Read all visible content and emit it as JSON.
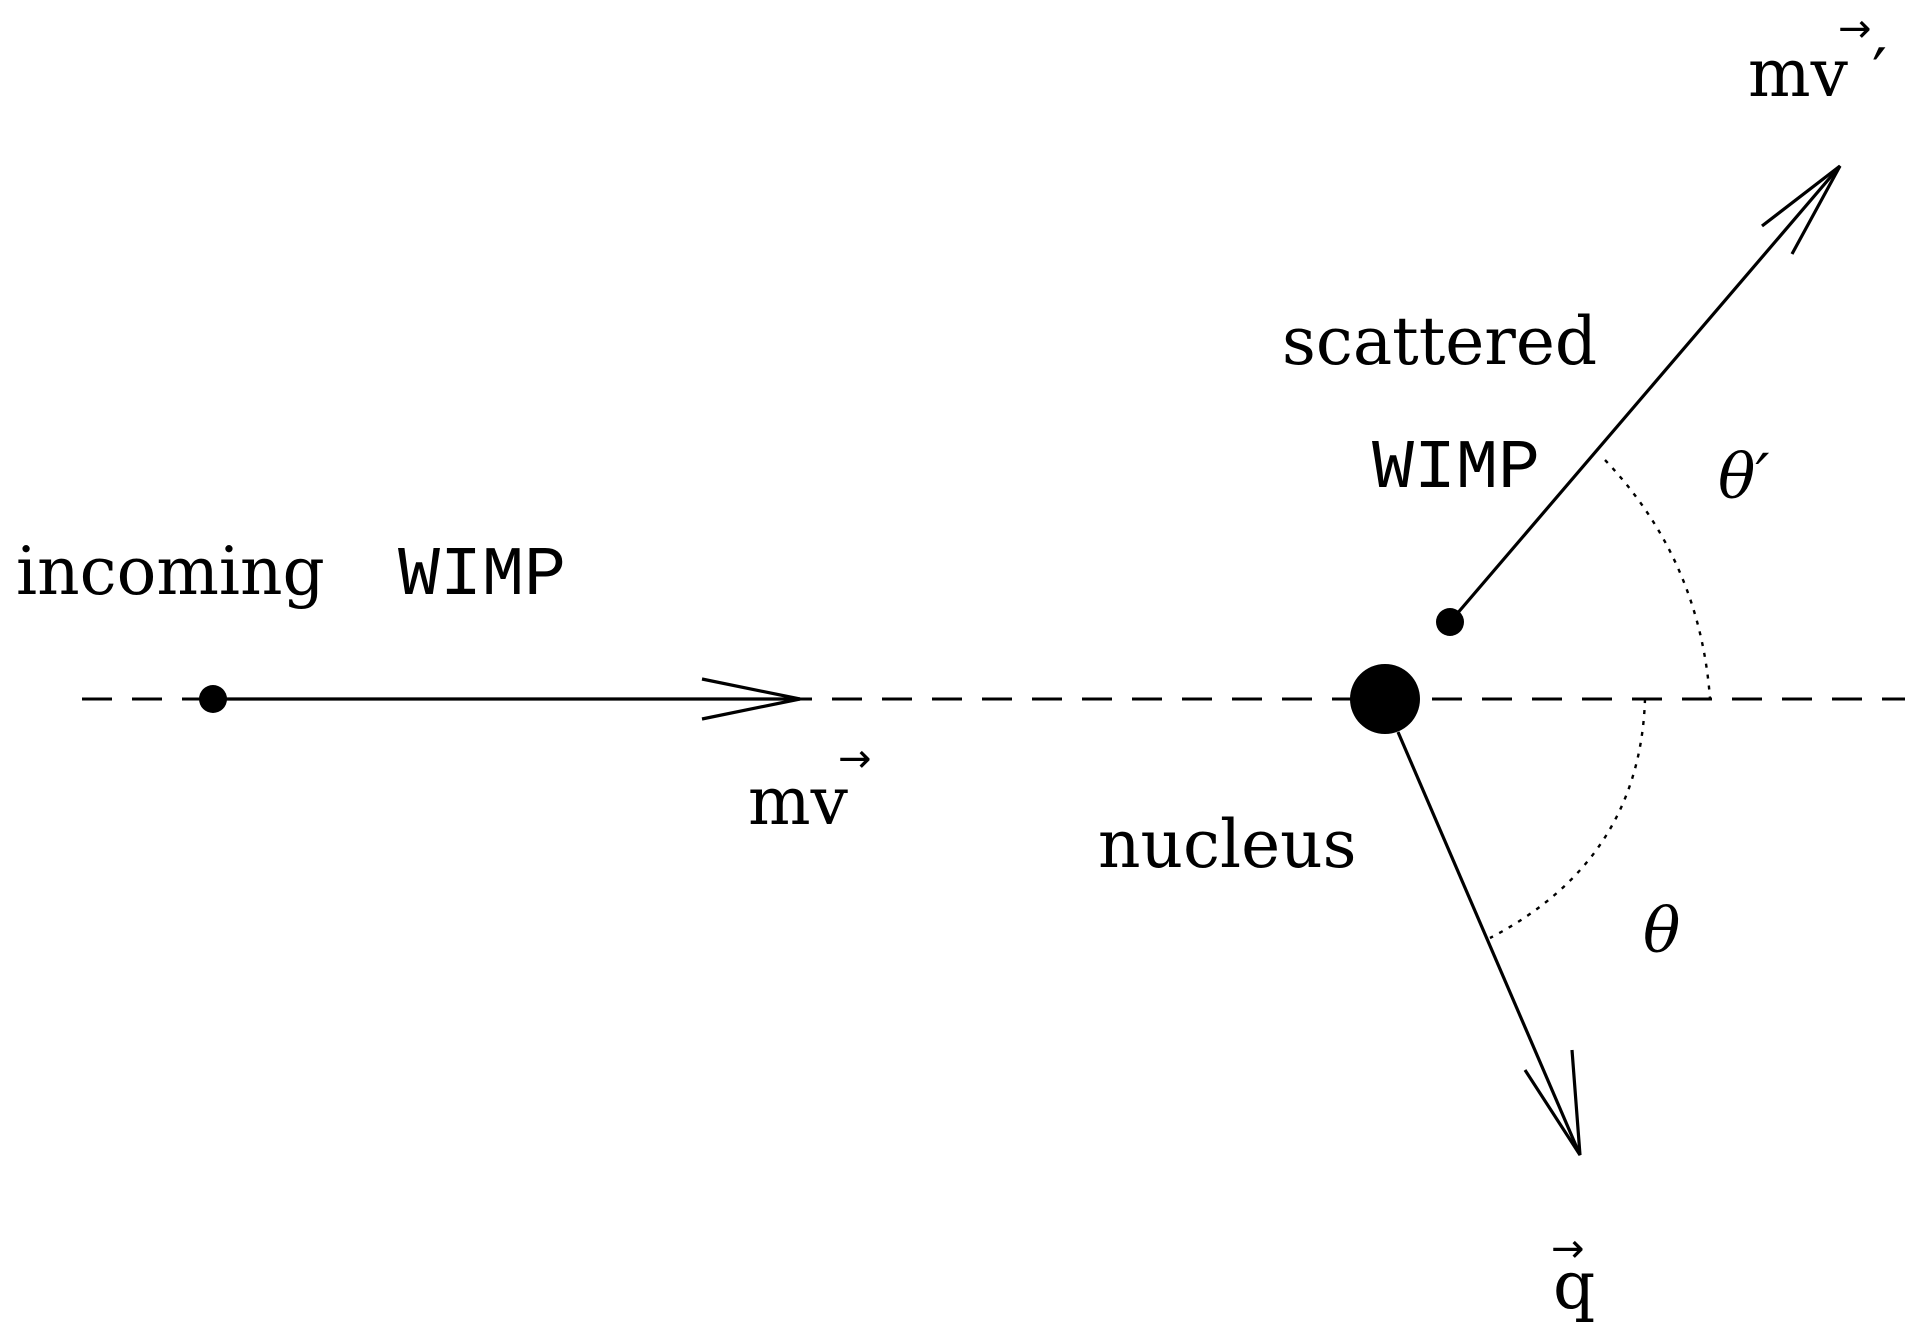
{
  "labels": {
    "incoming": "incoming",
    "wimp": "WIMP",
    "scattered": "scattered",
    "nucleus": "nucleus",
    "mv": "mv",
    "q": "q",
    "theta": "θ",
    "theta_prime": "θ′",
    "prime": "′",
    "vec_arrow": "→"
  },
  "colors": {
    "ink": "#000000",
    "background": "#ffffff"
  }
}
